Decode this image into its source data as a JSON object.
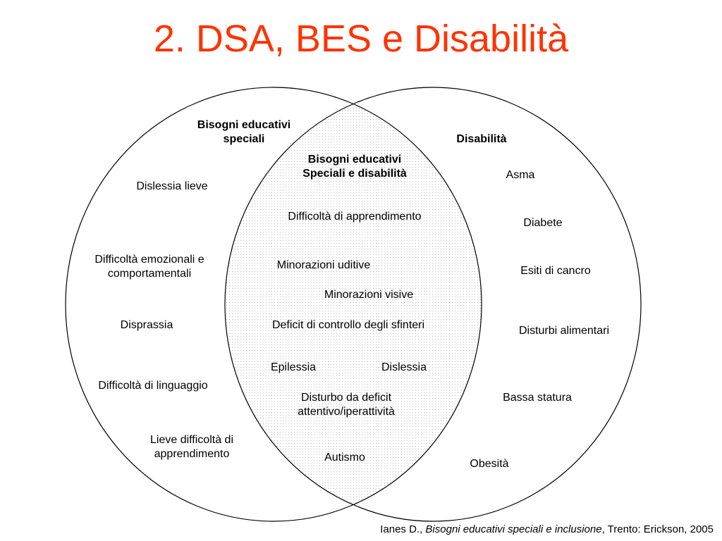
{
  "title": "2. DSA, BES e Disabilità",
  "diagram": {
    "type": "venn",
    "colors": {
      "title": "#ff3300",
      "outline": "#000000",
      "overlap_pattern": "#b5b5b5"
    },
    "left_set": {
      "heading": [
        "Bisogni educativi",
        "speciali"
      ],
      "items": [
        [
          "Dislessia lieve"
        ],
        [
          "Difficoltà emozionali e",
          "comportamentali"
        ],
        [
          "Disprassia"
        ],
        [
          "Difficoltà di linguaggio"
        ],
        [
          "Lieve difficoltà di",
          "apprendimento"
        ]
      ]
    },
    "intersection": {
      "heading": [
        "Bisogni educativi",
        "Speciali e disabilità"
      ],
      "items": [
        [
          "Difficoltà di apprendimento"
        ],
        [
          "Minorazioni uditive"
        ],
        [
          "Minorazioni visive"
        ],
        [
          "Deficit di controllo degli sfinteri"
        ],
        [
          "Epilessia"
        ],
        [
          "Dislessia"
        ],
        [
          "Disturbo da deficit",
          "attentivo/iperattività"
        ],
        [
          "Autismo"
        ]
      ]
    },
    "right_set": {
      "heading": [
        "Disabilità"
      ],
      "items": [
        [
          "Asma"
        ],
        [
          "Diabete"
        ],
        [
          "Esiti di cancro"
        ],
        [
          "Disturbi alimentari"
        ],
        [
          "Bassa statura"
        ],
        [
          "Obesità"
        ]
      ]
    }
  },
  "citation": {
    "author": "Ianes D., ",
    "work": "Bisogni educativi speciali e inclusione",
    "publisher": ", Trento: Erickson, 2005"
  }
}
